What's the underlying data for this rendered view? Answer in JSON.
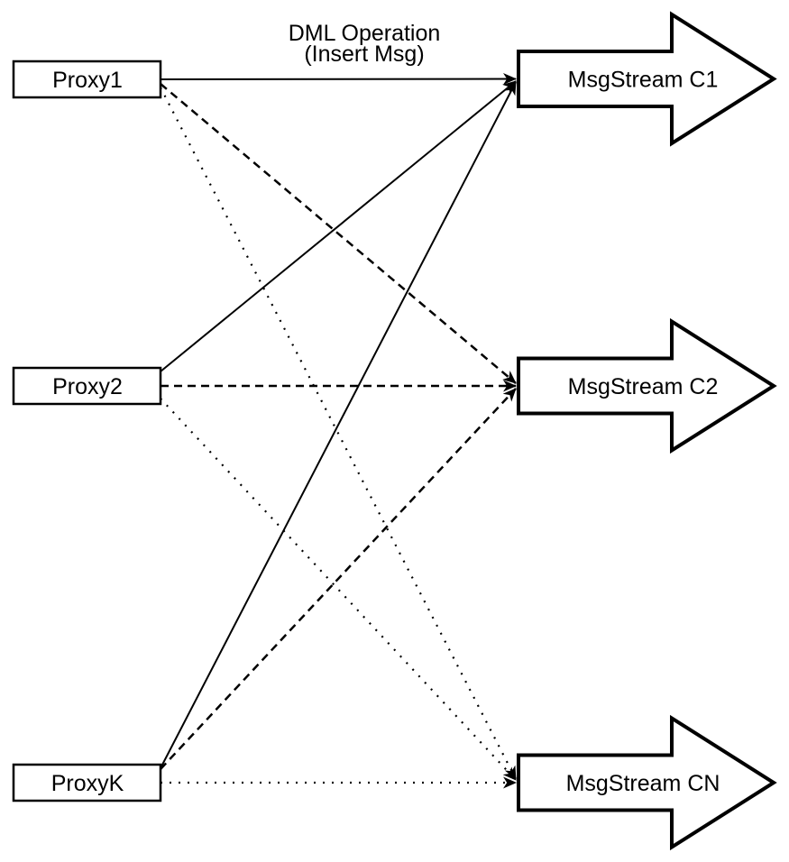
{
  "header": {
    "line1": "DML Operation",
    "line2": "(Insert Msg)"
  },
  "proxies": [
    {
      "id": "proxy1",
      "label": "Proxy1"
    },
    {
      "id": "proxy2",
      "label": "Proxy2"
    },
    {
      "id": "proxyk",
      "label": "ProxyK"
    }
  ],
  "streams": [
    {
      "id": "c1",
      "label": "MsgStream C1"
    },
    {
      "id": "c2",
      "label": "MsgStream C2"
    },
    {
      "id": "cn",
      "label": "MsgStream CN"
    }
  ],
  "edges": [
    {
      "from": "Proxy1",
      "to": "MsgStream C1",
      "style": "solid"
    },
    {
      "from": "Proxy1",
      "to": "MsgStream C2",
      "style": "dashed"
    },
    {
      "from": "Proxy1",
      "to": "MsgStream CN",
      "style": "dotted"
    },
    {
      "from": "Proxy2",
      "to": "MsgStream C1",
      "style": "solid"
    },
    {
      "from": "Proxy2",
      "to": "MsgStream C2",
      "style": "dashed"
    },
    {
      "from": "Proxy2",
      "to": "MsgStream CN",
      "style": "dotted"
    },
    {
      "from": "ProxyK",
      "to": "MsgStream C1",
      "style": "solid"
    },
    {
      "from": "ProxyK",
      "to": "MsgStream C2",
      "style": "dashed"
    },
    {
      "from": "ProxyK",
      "to": "MsgStream CN",
      "style": "dotted"
    }
  ],
  "colors": {
    "line": "#000000",
    "fill": "#ffffff",
    "background": "#ffffff"
  }
}
